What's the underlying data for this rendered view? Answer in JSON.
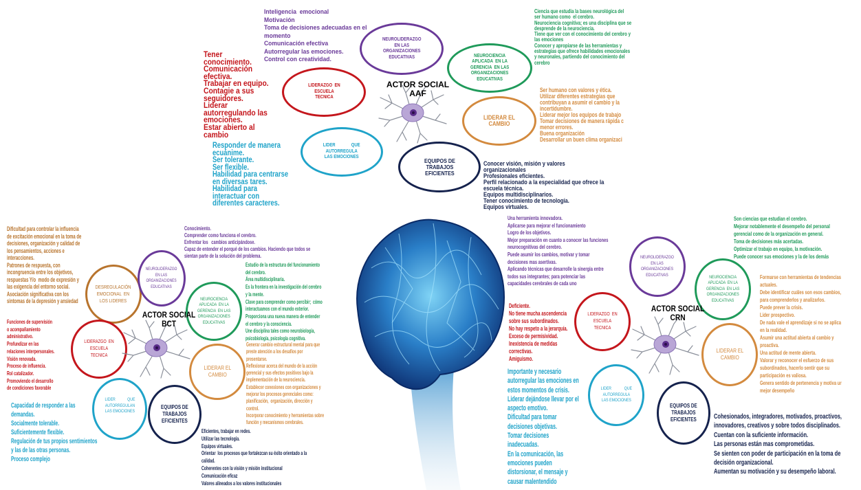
{
  "colors": {
    "purple": "#6a3a99",
    "green": "#1f9a5a",
    "red": "#c4161c",
    "orange": "#d38a3e",
    "cyan": "#1fa3c9",
    "navy": "#15224d",
    "brown": "#b8742d"
  },
  "aaf": {
    "actor": "ACTOR SOCIAL\nAAF",
    "nodes": {
      "neuroliderazgo": "NEUROLIDERAZGO\nEN LAS\nORGANIZACIONES\nEDUCATIVAS",
      "neurociencia": "NEUROCIENCIA\nAPLICADA  EN LA\nGERENCIA  EN LAS\nORGANIZACIONES\nEDUCATIVAS",
      "liderazgo": "LIDERAZGO  EN\nESCUELA\nTECNICA",
      "liderar": "LIDERAR EL\nCAMBIO",
      "lider": "LIDER              QUE\nAUTORREGULA\nLAS EMOCIONES",
      "equipos": "EQUIPOS DE\nTRABAJOS\nEFICIENTES"
    },
    "texts": {
      "neuroliderazgo": "Inteligencia  emocional\nMotivación\nToma de decisiones adecuadas en el\nmomento\nComunicación efectiva\nAutorregular las emociones.\nControl con creatividad.",
      "liderazgo": "Tener\nconocimiento.\nComunicación\nefectiva.\nTrabajar en equipo.\nContagie a sus\nseguidores.\nLiderar\nautorregulando las\nemociones.\nEstar abierto al\ncambio",
      "lider": "Responder de manera\necuánime.\nSer tolerante.\nSer flexible.\nHabilidad para centrarse\nen diversas tares.\nHabilidad para\ninteractuar con\ndiferentes caracteres.",
      "neurociencia": "Ciencia que estudia la bases neurológica del\nser humano como  el cerebro.\nNeurociencia cognitiva; es una disciplina que se\ndesprende de la neurociencia.\nTiene que ver con el conocimiento del cerebro y\nlas emociones\nConocer y apropiarse de las herramientas y\nestrategias que ofrece habilidades emocionales\ny neuronales, partiendo del conocimiento del\ncerebro",
      "liderar": "Ser humano con valores y ética.\nUtilizar diferentes estrategias que\ncontribuyan a asumir el cambio y la\nincertidumbre.\nLiderar mejor los equipos de trabajo\nTomar decisiones de manera rápida c\nmenor errores.\nBuena organización\nDesarrollar un buen clima organizaci",
      "equipos": "Conocer visión, misión y valores\norganizacionales\nProfesionales eficientes.\nPerfil relacionado a la especialidad que ofrece la\nescuela técnica.\nEquipos multidisciplinarios.\nTener conocimiento de tecnología.\nEquipos virtuales."
    }
  },
  "bct": {
    "actor": "ACTOR SOCIAL\nBCT",
    "nodes": {
      "desregulacion": "DESREGULACIÓN\nEMOCIONAL  EN\nLOS LIDERES",
      "neuroliderazgo": "NEUROLIDERAZGO\nEN LAS\nORGANIZACIONES\nEDUCATIVAS",
      "neurociencia": "NEUROCIENCIA\nAPLICADA  EN LA\nGERENCIA  EN LAS\nORGANIZACIONES\nEDUCATIVAS",
      "liderazgo": "LIDERAZGO  EN\nESCUELA\nTECNICA",
      "liderar": "LIDERAR EL\nCAMBIO",
      "lider": "LIDER            QUE\nAUTORREGULAN\nLAS EMOCIONES",
      "equipos": "EQUIPOS DE\nTRABAJOS\nEFICIENTES"
    },
    "texts": {
      "desregulacion": "Dificultad para controlar la influencia\nde excitación emocional en la toma de\ndecisiones, organización y calidad de\nlos pensamientos, acciones e\ninteracciones.\nPatrones de respuesta, con\nincongruencia entre los objetivos,\nrespuestas Y/o  modo de expresión y\nlas exigencia del entorno social.\nAsociación significativa con los\nsintomas de la depresión y ansiedad",
      "neuroliderazgo": "Conocimiento.\nComprender como funciona el cerebro.\nEnfrentar los   cambios anticipándose.\nCapaz de entender el porqué de los cambios. Haciendo que todos se\nsientan parte de la solución del problema.",
      "neurociencia": "Estudio de la estructura del funcionamiento\ndel cerebro.\nÁrea multidisciplinaria.\nEs la frontera en la investigación del cerebro\ny la mente.\nClave para comprender como percibir;  cómo\ninteractuamos con el mundo exterior.\nProporciona una nueva manera de entender\nel cerebro y la consciencia.\nUne disciplina tales como neurobiología,\npsicobiología, psicología cognitiva.",
      "liderazgo": "Funciones de supervisión\no acompañamiento\nadministrativo.\nProfundizar en las\nrelaciones interpersonales.\nVisión renovada.\nProceso de influencia.\nRol catalizador.\nPromoviendo el desarrollo\nde condiciones favorable",
      "liderar": "Generar cambio estructural mental para que\npreste atención a los desafíos por\npresentarse.\nReflexionar acerca del mundo de la acción\ngerencial y sus efectos positivos bajo la\nimplementación de la neurociencia.\nEstablecer conexiones con organizaciones y\nmejorar los procesos gerenciales como:\nplanificación,  organización, dirección y\ncontrol.\nIncorporar conocimiento y herramientas sobre\nfunción y mecanismos cerebrales.",
      "lider": "Capacidad de responder a las\ndemandas.\nSocialmente tolerable.\nSuficientemente flexible.\nRegulación de tus propios sentimientos\ny las de las otras personas.\nProceso complejo",
      "equipos": "Eficientes, trabajar en redes.\nUtilizar las tecnología.\nEquipos virtuales.\nOrientar  los procesos que fortalezcan su éxito orientado a la\ncalidad.\nCoherentes con la visión y misión institucional\nComunicación eficaz\nValores alineados a los valores institucionales"
    }
  },
  "crn": {
    "actor": "ACTOR SOCIAL\nCRN",
    "nodes": {
      "neuroliderazgo": "NEUROLIDERAZGO\nEN LAS\nORGANIZACIONES\nEDUCATIVAS",
      "neurociencia": "NEUROCIENCIA\nAPLICADA  EN LA\nGERENCIA  EN LAS\nORGANIZACIONES\nEDUCATIVAS",
      "liderazgo": "LIDERAZGO  EN\nESCUELA\nTECNICA",
      "liderar": "LIDERAR EL\nCAMBIO",
      "lider": "LIDER             QUE\nAUTORREGULA\nLAS EMOCIONES",
      "equipos": "EQUIPOS DE\nTRABAJOS\nEFICIENTES"
    },
    "texts": {
      "neuroliderazgo": "Una herramienta innovadora.\nAplicarse para mejorar el funcionamiento\nLogro de los objetivos.\nMejor preparación en cuanto a conocer las funciones\nneurocognitivas del cerebro.\nPuede asumir los cambios, motivar y tomar\ndecisiones mas asertivas.\nAplicando técnicas que desarrolle la sinergia entre\ntodos sus integrantes; para potenciar las\ncapacidades cerebrales de cada uno",
      "neurociencia": "Son ciencias que estudian el cerebro.\nMejorar notablemente el desempeño del personal\ngerencial como de la organización en general.\nToma de decisiones más acertadas.\nOptimizar el trabajo en equipo, la motivación.\nPuede conocer sus emociones y la de los demás",
      "liderazgo": "Deficiente.\nNo tiene mucha ascendencia\nsobre sus subordinados.\nNo hay respeto a la jerarquía.\nExceso de permisividad.\nInexistencia de medidas\ncorrectivas.\nAmiguismo.",
      "liderar": "Formarse con herramientas de tendencias\nactuales.\nDebe identificar cuáles son esos cambios,\npara comprenderlos y analizarlos.\nPuede prever la crisis.\nLider prospectivo.\nDe nada vale el aprendizaje si no se aplica\nen la realidad.\nAsumir una actitud abierta al cambio y\nproactiva.\nUna actitud de mente abierta.\nValorar y reconocer el esfuerzo de sus\nsubordinados, hacerlo sentir que su\nparticipación es valiosa.\nGenera sentido de pertenencia y motiva ur\nmejor desempeño",
      "lider": "Importante y necesario\nautorregular las emociones en\nestos momentos de crisis.\nLiderar dejándose llevar por el\naspecto emotivo.\nDificultad para tomar\ndecisiones objetivas.\nTomar decisiones\ninadecuadas.\nEn la comunicación, las\nemociones pueden\ndistorsionar, el mensaje y\ncausar malentendido",
      "equipos": "Cohesionados, integradores, motivados, proactivos,\ninnovadores, creativos y sobre todos disciplinados.\nCuentan con la suficiente información.\nLas personas están mas comprometidas.\nSe sienten con poder de participación en la toma de\ndecisión organizacional.\nAumentan su motivación y su desempeño laboral."
    }
  }
}
